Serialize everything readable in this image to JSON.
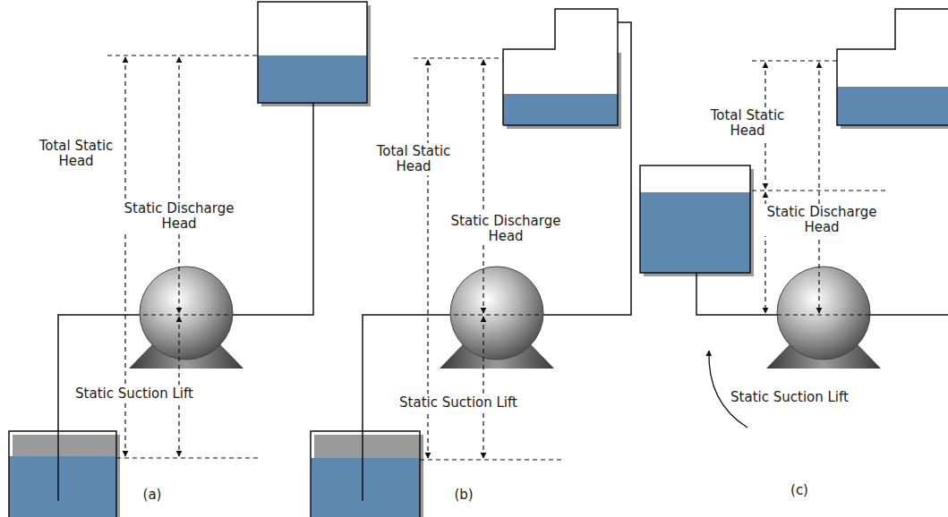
{
  "diagram": {
    "labels": [
      "Total Static Head",
      "Static Discharge Head",
      "Static Suction Lift",
      "(a)",
      "Total Static Head",
      "Static Discharge Head",
      "Static Suction Lift",
      "(b)",
      "Total Static Head",
      "Static Discharge Head",
      "Static Suction Lift",
      "(c)"
    ]
  }
}
